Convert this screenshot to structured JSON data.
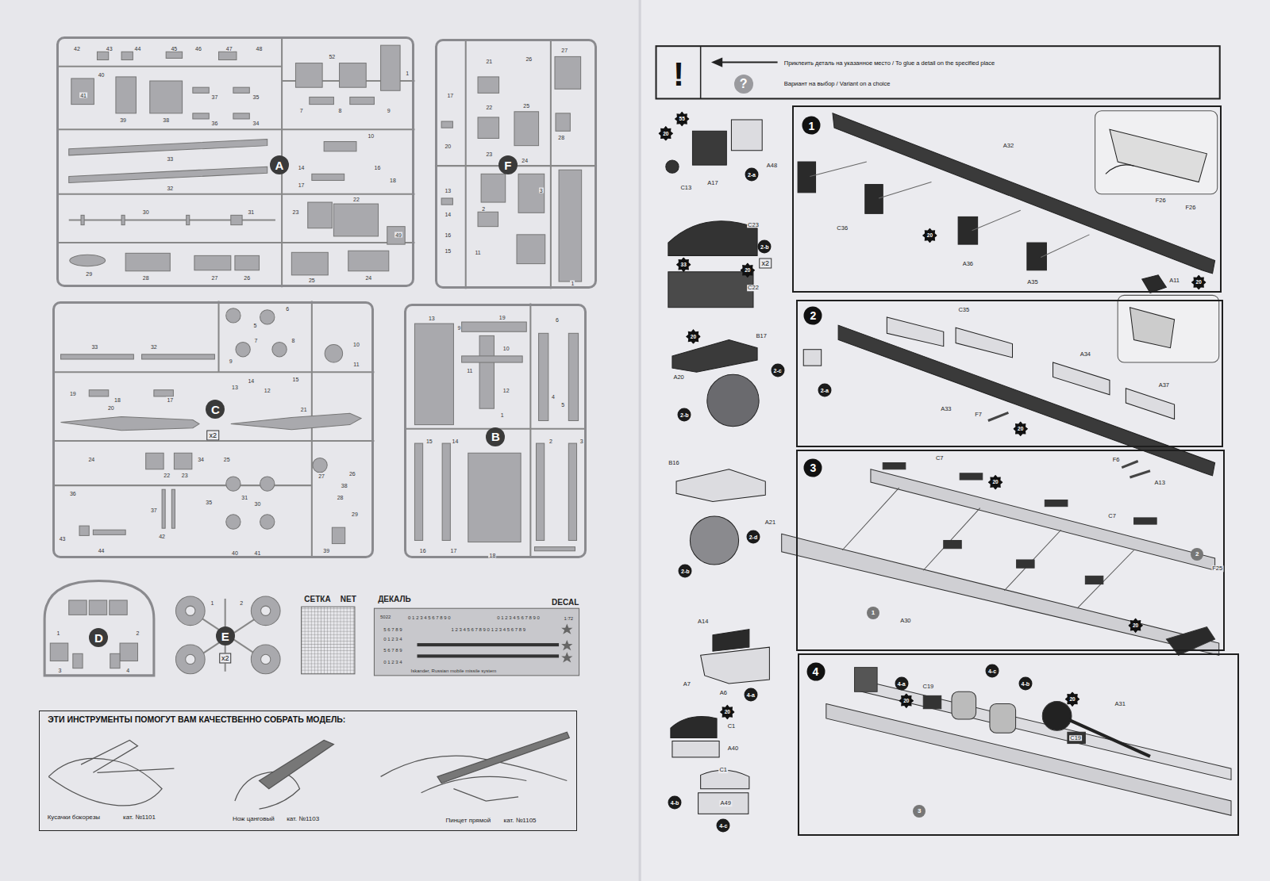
{
  "diagram": {
    "nodes": [
      {
        "text": [
          "A"
        ]
      },
      {
        "text": [
          "F"
        ]
      },
      {
        "text": [
          "C"
        ]
      },
      {
        "text": [
          "B"
        ]
      },
      {
        "text": [
          "D"
        ]
      },
      {
        "text": [
          "E"
        ]
      },
      {
        "text": [
          "ЭТИ ИНСТРУМЕНТЫ ПОМОГУТ ВАМ КАЧЕСТВЕННО СОБРАТЬ МОДЕЛЬ:"
        ]
      },
      {
        "text": [
          "1"
        ]
      },
      {
        "text": [
          "2"
        ]
      },
      {
        "text": [
          "3"
        ]
      },
      {
        "text": [
          "4"
        ]
      }
    ],
    "labels": [
      "42",
      "43",
      "44",
      "45",
      "46",
      "47",
      "48",
      "41",
      "40",
      "39",
      "38",
      "37",
      "36",
      "35",
      "34",
      "33",
      "32",
      "30",
      "31",
      "29",
      "28",
      "27",
      "26",
      "52",
      "1",
      "7",
      "8",
      "9",
      "10",
      "14",
      "16",
      "17",
      "18",
      "23",
      "22",
      "24",
      "25",
      "49",
      "21",
      "26",
      "27",
      "17",
      "22",
      "25",
      "28",
      "20",
      "23",
      "24",
      "13",
      "14",
      "16",
      "15",
      "11",
      "3",
      "2",
      "1",
      "5",
      "6",
      "7",
      "8",
      "9",
      "10",
      "11",
      "33",
      "32",
      "13",
      "14",
      "12",
      "15",
      "19",
      "18",
      "17",
      "20",
      "21",
      "x2",
      "24",
      "22",
      "23",
      "34",
      "25",
      "27",
      "26",
      "38",
      "36",
      "35",
      "31",
      "30",
      "28",
      "37",
      "29",
      "42",
      "43",
      "44",
      "39",
      "40",
      "41",
      "13",
      "9",
      "19",
      "6",
      "10",
      "11",
      "12",
      "4",
      "5",
      "1",
      "15",
      "14",
      "2",
      "3",
      "16",
      "17",
      "18",
      "1",
      "2",
      "3",
      "4",
      "1",
      "2",
      "x2",
      "СЕТКА",
      "NET",
      "ДЕКАЛЬ",
      "DECAL",
      "5022",
      "0 1 2 3 4 5 6 7 8 9 0",
      "0 1 2 3 4 5 6 7 8 9 0",
      "1:72",
      "5 6 7 8 9",
      "1 2 3 4 5 6 7 8 9 0 1 2 3 4 5 6 7 8 9",
      "0 1 2 3 4",
      "5 6 7 8 9",
      "0 1 2 3 4",
      "Iskander, Russian mobile missile system",
      "Кусачки бокорезы",
      "кат. №1101",
      "Нож цанговый",
      "кат. №1103",
      "Пинцет прямой",
      "кат. №1105",
      "!",
      "?",
      "55",
      "20",
      "A48",
      "C13",
      "A17",
      "2-a",
      "C23",
      "2-b",
      "x2",
      "33",
      "20",
      "C22",
      "20",
      "B17",
      "A20",
      "2-c",
      "2-b",
      "B16",
      "A21",
      "2-d",
      "2-b",
      "A14",
      "A7",
      "A6",
      "4-a",
      "20",
      "C1",
      "A40",
      "4-b",
      "C1",
      "A49",
      "4-c",
      "A32",
      "F26",
      "F26",
      "C36",
      "20",
      "A36",
      "A35",
      "A11",
      "20",
      "C35",
      "A34",
      "A37",
      "2-a",
      "A33",
      "F7",
      "20",
      "F6",
      "A13",
      "C7",
      "20",
      "C7",
      "2",
      "F25",
      "1",
      "A30",
      "20",
      "4-a",
      "C19",
      "4-c",
      "4-b",
      "20",
      "20",
      "A31",
      "C19",
      "3"
    ],
    "legend": [
      {
        "text": "Приклеить деталь на указанное место / To glue a detail on the specified place"
      },
      {
        "text": "Вариант на выбор / Variant on a choice"
      }
    ]
  }
}
